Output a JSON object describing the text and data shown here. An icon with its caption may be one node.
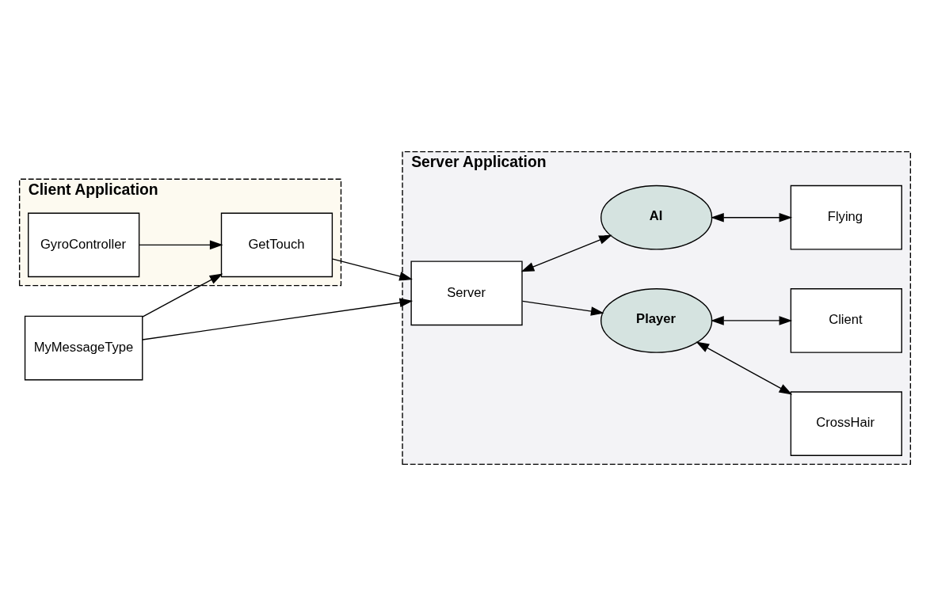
{
  "diagram": {
    "nodes": [
      {
        "text": [
          "Client Application"
        ]
      },
      {
        "text": [
          "GetTouch"
        ],
        "in": 0
      },
      {
        "text": [
          "GyroController"
        ],
        "in": 0
      },
      {
        "text": [
          "MyMessageType"
        ]
      },
      {
        "text": [
          "Server Application"
        ]
      },
      {
        "text": [
          "Server"
        ],
        "in": 4
      },
      {
        "text": [
          "Player"
        ],
        "in": 4
      },
      {
        "text": [
          "AI"
        ],
        "in": 4
      },
      {
        "text": [
          "CrossHair"
        ],
        "in": 4
      },
      {
        "text": [
          "Client"
        ],
        "in": 4
      },
      {
        "text": [
          "Flying"
        ],
        "in": 4
      }
    ],
    "edges": [
      {
        "from": 3,
        "to": 1,
        "arrow": "to"
      },
      {
        "from": 2,
        "to": 1,
        "arrow": "to"
      },
      {
        "from": 1,
        "to": 5,
        "arrow": "to"
      },
      {
        "from": 3,
        "to": 5,
        "arrow": "to"
      },
      {
        "from": 5,
        "to": 6,
        "arrow": "to"
      },
      {
        "from": 6,
        "to": 8,
        "arrow": "both"
      },
      {
        "from": 6,
        "to": 9,
        "arrow": "both"
      },
      {
        "from": 5,
        "to": 7,
        "arrow": "both"
      },
      {
        "from": 7,
        "to": 10,
        "arrow": "both"
      }
    ]
  }
}
